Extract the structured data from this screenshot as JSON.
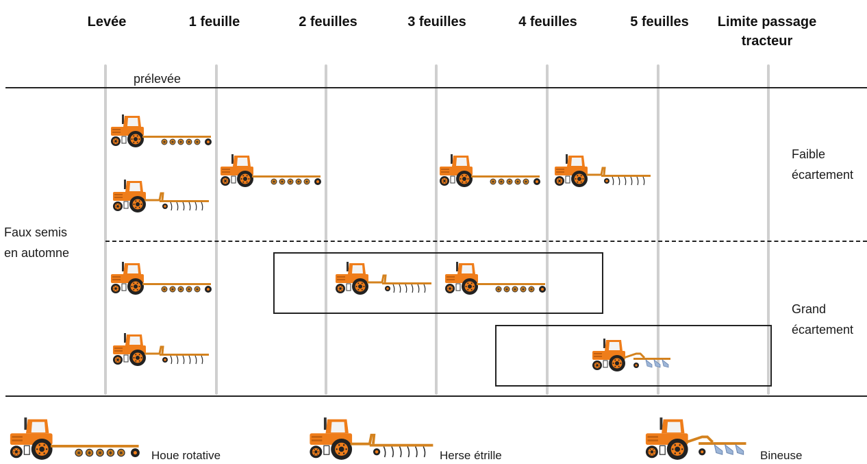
{
  "headers": [
    "Levée",
    "1 feuille",
    "2 feuilles",
    "3 feuilles",
    "4 feuilles",
    "5 feuilles",
    "Limite passage\ntracteur"
  ],
  "prelevee_label": "prélevée",
  "left_label": {
    "line1": "Faux semis",
    "line2": "en automne"
  },
  "right_labels": {
    "faible": {
      "line1": "Faible",
      "line2": "écartement"
    },
    "grand": {
      "line1": "Grand",
      "line2": "écartement"
    }
  },
  "legend": [
    {
      "tool": "houe",
      "label": "Houe rotative"
    },
    {
      "tool": "herse",
      "label": "Herse étrille"
    },
    {
      "tool": "bineuse",
      "label": "Bineuse"
    }
  ],
  "colors": {
    "tractor": "#ef7d1a",
    "implement": "#d4821e",
    "tine": "#2a2a2a",
    "bineuse_blade": "#9db6d8"
  }
}
